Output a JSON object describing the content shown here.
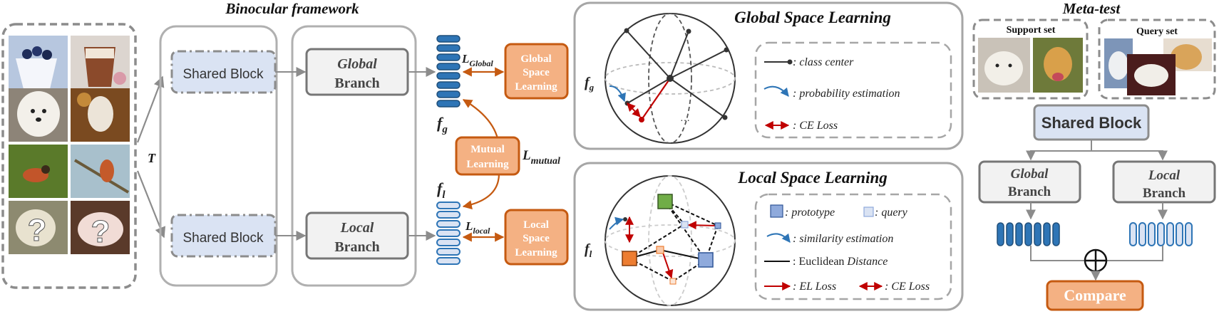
{
  "binocular": {
    "title": "Binocular framework",
    "transform_label": "T",
    "shared_block": "Shared Block",
    "global_branch": {
      "line1": "Global",
      "line2": "Branch"
    },
    "local_branch": {
      "line1": "Local",
      "line2": "Branch"
    },
    "fg": {
      "main": "f",
      "sub": "g"
    },
    "fl": {
      "main": "f",
      "sub": "l"
    },
    "l_global": {
      "main": "L",
      "sub": "Global"
    },
    "l_local": {
      "main": "L",
      "sub": "local"
    },
    "l_mutual": {
      "main": "L",
      "sub": "mutual"
    },
    "global_space_learning": {
      "l1": "Global",
      "l2": "Space",
      "l3": "Learning"
    },
    "local_space_learning": {
      "l1": "Local",
      "l2": "Space",
      "l3": "Learning"
    },
    "mutual_learning": {
      "l1": "Mutual",
      "l2": "Learning"
    }
  },
  "images": {
    "question_mark": "?"
  },
  "global_space": {
    "title": "Global  Space  Learning",
    "fg": {
      "main": "f",
      "sub": "g"
    },
    "dots": "…",
    "legend": {
      "class_center": ": class center",
      "probability_estimation": ": probability estimation",
      "ce_loss": ": CE Loss"
    }
  },
  "local_space": {
    "title": "Local  Space  Learning",
    "fl": {
      "main": "f",
      "sub": "l"
    },
    "legend": {
      "prototype": ": prototype",
      "query": ": query",
      "similarity_estimation": ": similarity estimation",
      "euclidean_prefix": ": Euclidean ",
      "euclidean_distance": "Distance",
      "el_loss": ": EL Loss",
      "ce_loss": ": CE Loss"
    }
  },
  "meta_test": {
    "title": "Meta-test",
    "support_set": "Support set",
    "query_set": "Query set",
    "shared_block": "Shared Block",
    "global_branch": {
      "line1": "Global",
      "line2": "Branch"
    },
    "local_branch": {
      "line1": "Local",
      "line2": "Branch"
    },
    "compare": "Compare"
  },
  "colors": {
    "orange": "#ee8447",
    "orange_border": "#c55a11",
    "blue_feature": "#2e75b6",
    "light_blue": "#dae3f3",
    "gray_border": "#8c8c8c",
    "red_arrow": "#c00000",
    "green_prototype": "#70ad47",
    "blue_prototype": "#8faadc"
  }
}
